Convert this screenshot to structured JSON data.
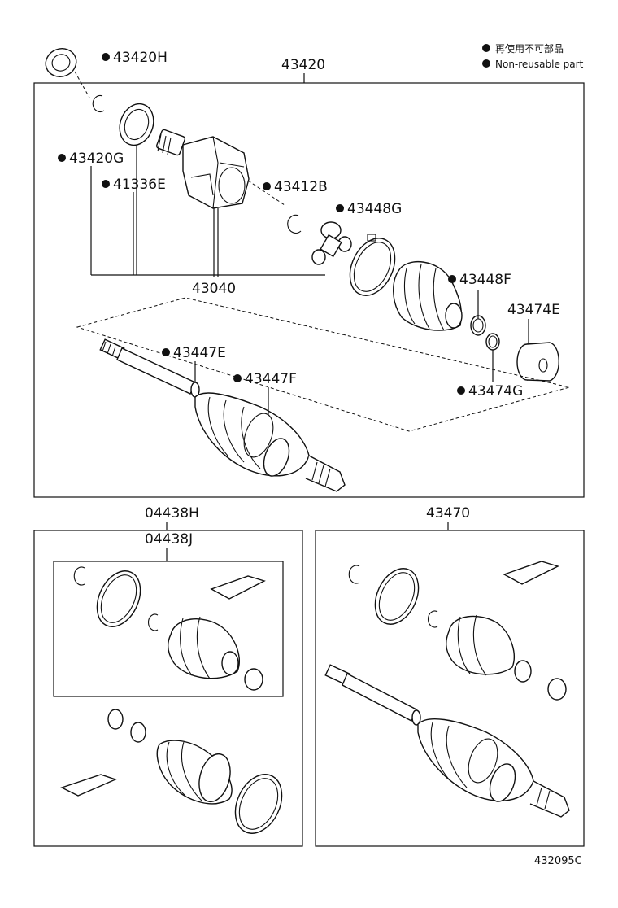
{
  "legend": {
    "line1": "再使用不可部品",
    "line2": "Non-reusable part"
  },
  "parts": {
    "p43420": "43420",
    "p43420H": "43420H",
    "p43420G": "43420G",
    "p41336E": "41336E",
    "p43412B": "43412B",
    "p43448G": "43448G",
    "p43040": "43040",
    "p43448F": "43448F",
    "p43474E": "43474E",
    "p43447E": "43447E",
    "p43447F": "43447F",
    "p43474G": "43474G",
    "p04438H": "04438H",
    "p04438J": "04438J",
    "p43470": "43470"
  },
  "reference": "432095C"
}
